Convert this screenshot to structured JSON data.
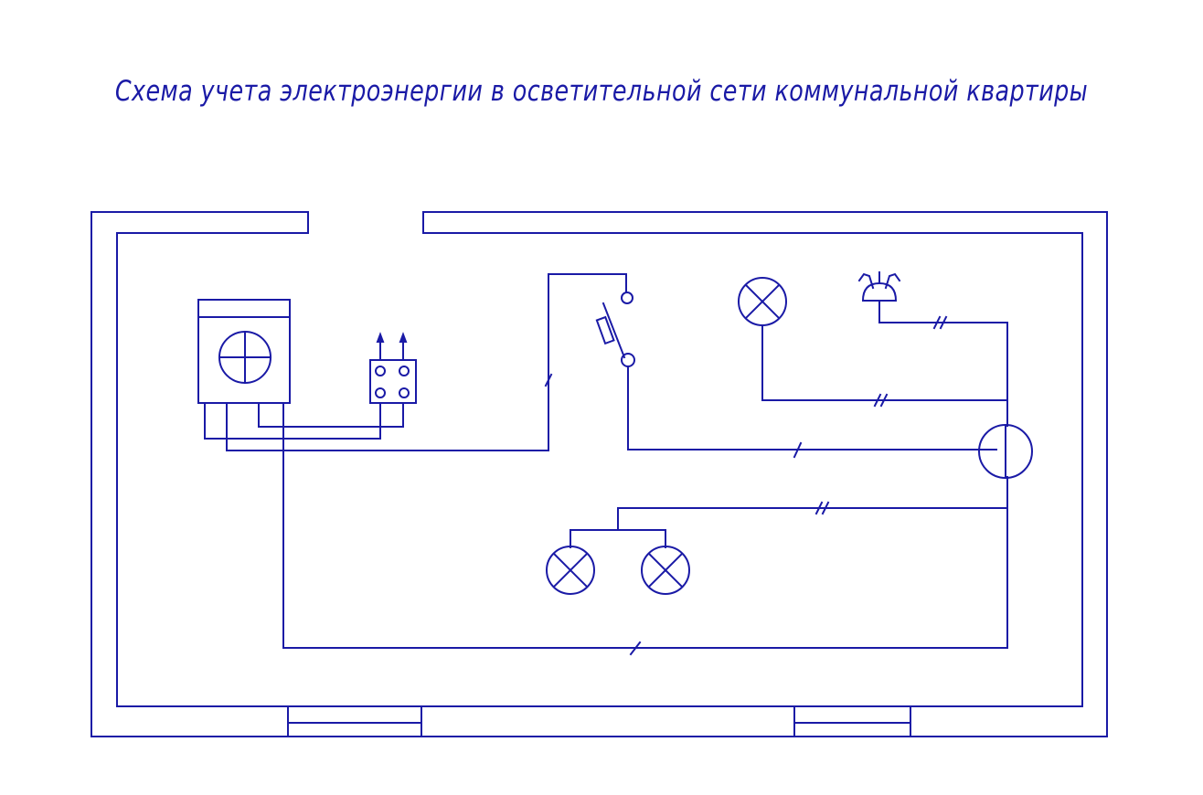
{
  "diagram": {
    "title": "Схема учета электроэнергии в осветительной сети коммунальной квартиры",
    "line_color": "#1a1aa6",
    "background": "#ffffff",
    "elements": [
      "room-walls",
      "door-opening",
      "window-left",
      "window-right",
      "electricity-meter",
      "fuse-block",
      "switch",
      "junction-box",
      "lamp-top",
      "lamp-bottom-left",
      "lamp-bottom-right",
      "bell",
      "wiring"
    ],
    "wire_marks": {
      "single": "/",
      "double": "//"
    }
  }
}
